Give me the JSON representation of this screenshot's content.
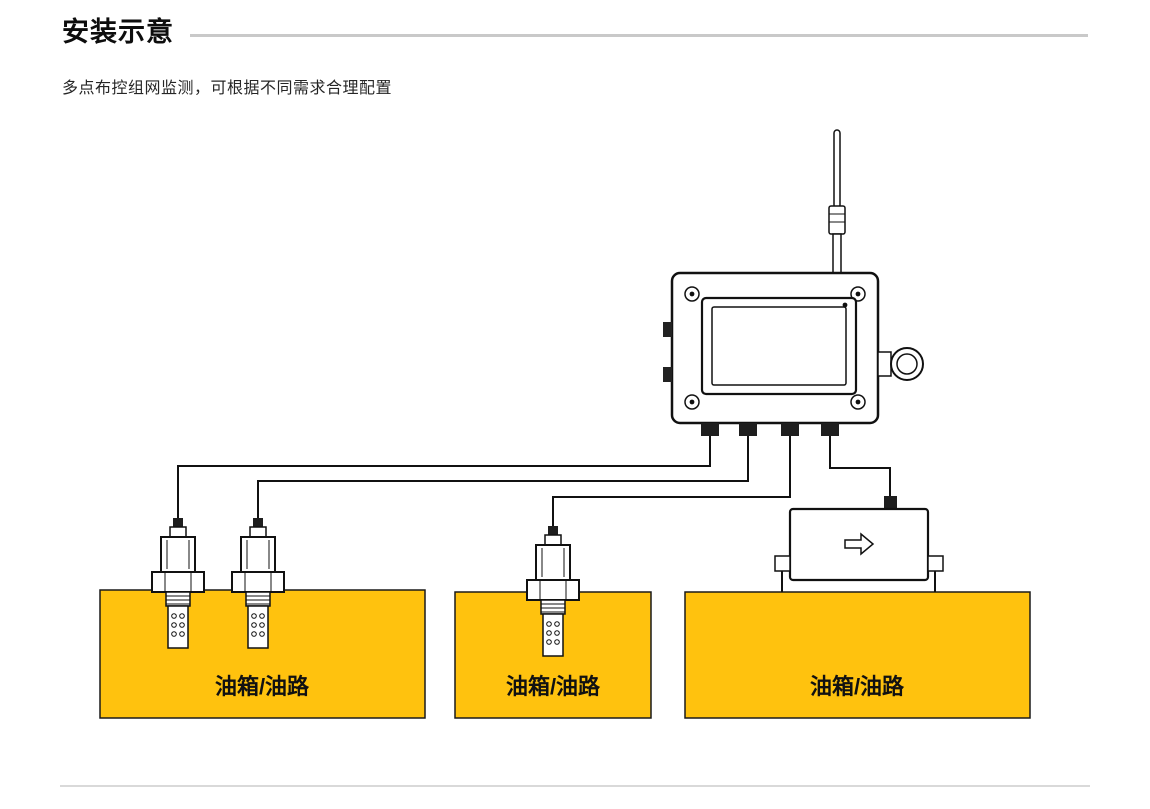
{
  "page": {
    "title": "安装示意",
    "subtitle": "多点布控组网监测，可根据不同需求合理配置"
  },
  "diagram": {
    "tanks": [
      {
        "label": "油箱/油路"
      },
      {
        "label": "油箱/油路"
      },
      {
        "label": "油箱/油路"
      }
    ],
    "colors": {
      "tank_fill": "#FFC20E",
      "tank_stroke": "#1a1a1a",
      "line": "#111111",
      "rule": "#c9c9c9"
    }
  }
}
